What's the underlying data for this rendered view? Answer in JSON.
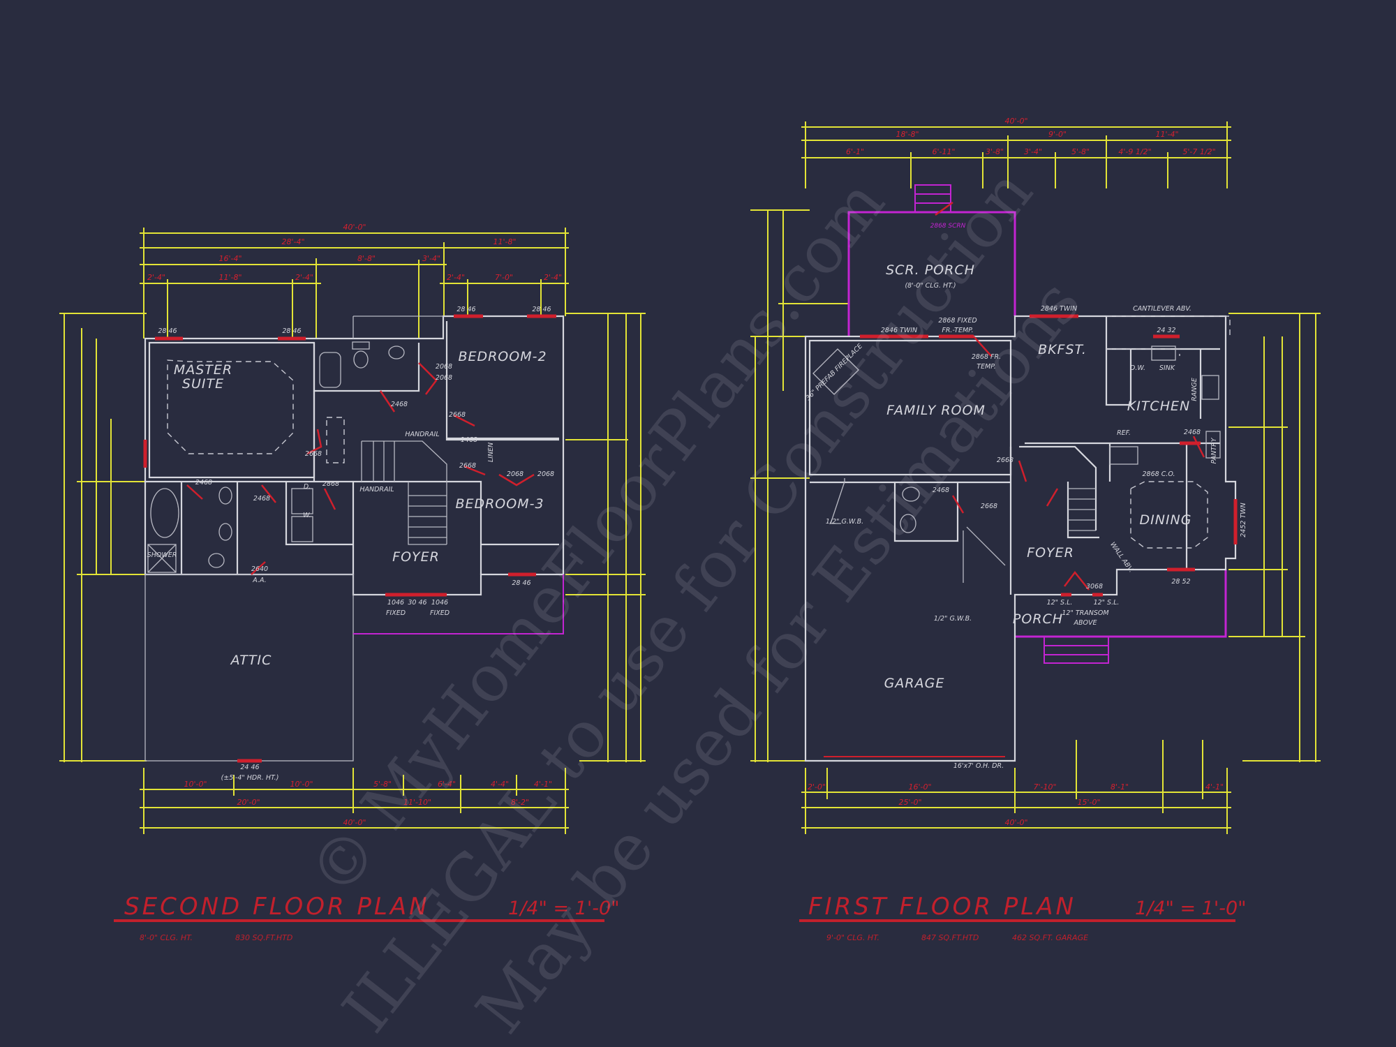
{
  "colors": {
    "background": "#292c3f",
    "walls": "#d6d7de",
    "dimensions": "#e3e436",
    "annotations": "#d01f2c",
    "porch_outline": "#c324d2"
  },
  "watermark": [
    "© MyHomeFloorPlans.com",
    "ILLEGAL to use for Construction",
    "May be used for Estimations"
  ],
  "second_floor": {
    "title": "SECOND FLOOR PLAN",
    "scale": "1/4\" = 1'-0\"",
    "ceiling": "8'-0\" CLG. HT.",
    "area": "830 SQ.FT.HTD",
    "rooms": {
      "master": "MASTER",
      "suite": "SUITE",
      "bedroom2": "BEDROOM-2",
      "bedroom3": "BEDROOM-3",
      "foyer": "FOYER",
      "attic": "ATTIC",
      "shower": "SHOWER",
      "linen": "LINEN"
    },
    "notes": {
      "w1": "28 46",
      "w2": "28 46",
      "w3": "28 46",
      "w4": "28 46",
      "w5": "28 46",
      "d2068a": "2068",
      "d2068b": "2068",
      "d2468a": "2468",
      "d2668a": "2668",
      "d2668b": "2668",
      "d2668c": "2668",
      "d1468": "1468",
      "d2068c": "2068",
      "d2068d": "2068",
      "d2468b": "2468",
      "d2868": "2868",
      "d2468c": "2468",
      "handrail1": "HANDRAIL",
      "handrail2": "HANDRAIL",
      "d2640": "2640",
      "aa": "A.A.",
      "w1046a": "1046",
      "fixed_a": "FIXED",
      "w3046": "30 46",
      "w1046b": "1046",
      "fixed_b": "FIXED",
      "w2446": "24 46",
      "dormer": "(±5'-4\" HDR. HT.)",
      "dryer": "D.",
      "washer": "W."
    },
    "dims_top": [
      "40'-0\"",
      "28'-4\"",
      "11'-8\"",
      "16'-4\"",
      "8'-8\"",
      "3'-4\"",
      "2'-4\"",
      "11'-8\"",
      "2'-4\"",
      "2'-4\"",
      "7'-0\"",
      "2'-4\""
    ],
    "dims_bottom": [
      "10'-0\"",
      "10'-0\"",
      "5'-8\"",
      "6'-4\"",
      "4'-4\"",
      "4'-1\"",
      "20'-0\"",
      "11'-10\"",
      "8'-2\"",
      "40'-0\""
    ]
  },
  "first_floor": {
    "title": "FIRST FLOOR PLAN",
    "scale": "1/4\" = 1'-0\"",
    "ceiling": "9'-0\" CLG. HT.",
    "area": "847 SQ.FT.HTD",
    "garage_area": "462 SQ.FT. GARAGE",
    "rooms": {
      "scr_porch": "SCR. PORCH",
      "scr_porch_ht": "(8'-0\" CLG. HT.)",
      "bkfst": "BKFST.",
      "kitchen": "KITCHEN",
      "family": "FAMILY ROOM",
      "dining": "DINING",
      "foyer": "FOYER",
      "porch": "PORCH",
      "garage": "GARAGE",
      "pantry": "PANTRY"
    },
    "notes": {
      "scrn": "2868 SCRN",
      "twin1": "2846 TWIN",
      "fixed": "2868 FIXED",
      "fixed2": "FR.-TEMP.",
      "frtemp": "2868 FR.",
      "temp": "TEMP.",
      "twin2": "2846 TWIN",
      "cantilever": "CANTILEVER ABV.",
      "w2432": "24 32",
      "dw": "D.W.",
      "sink": "SINK",
      "range": "RANGE",
      "ref": "REF.",
      "fireplace": "36\" PREFAB FIREPLACE",
      "d2668": "2668",
      "d2468": "2468",
      "d2668b": "2668",
      "d2468c": "2468",
      "co": "2868 C.O.",
      "gwb1": "1/2\" G.W.B.",
      "gwb2": "1/2\" G.W.B.",
      "d3068": "3068",
      "sl1": "12\" S.L.",
      "sl2": "12\" S.L.",
      "transom": "12\" TRANSOM",
      "above": "ABOVE",
      "w2852": "28 52",
      "ohdr": "16'x7' O.H. DR.",
      "w2452": "2452 TWN",
      "wall_abv": "WALL ABV."
    },
    "dims_top": [
      "40'-0\"",
      "18'-8\"",
      "9'-0\"",
      "11'-4\"",
      "6'-1\"",
      "6'-11\"",
      "3'-8\"",
      "3'-4\"",
      "5'-8\"",
      "4'-9 1/2\"",
      "5'-7 1/2\""
    ],
    "dims_bottom": [
      "2'-0\"",
      "16'-0\"",
      "7'-10\"",
      "8'-1\"",
      "4'-1\"",
      "25'-0\"",
      "15'-0\"",
      "40'-0\""
    ]
  }
}
